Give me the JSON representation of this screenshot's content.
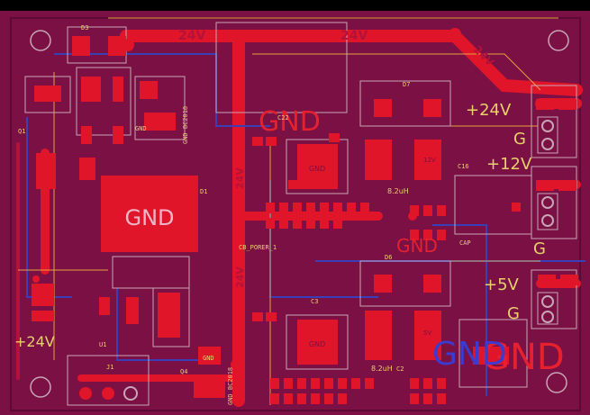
{
  "colors": {
    "background": "#000000",
    "board": "#7a1044",
    "board_edge": "#5c0a33",
    "copper_top": "#e0152a",
    "copper_dim": "#b3123a",
    "trace_blue": "#3a3fb8",
    "silk_yellow": "#e8d06a",
    "outline_gray": "#c8a6b6",
    "big_text_red": "#e5202f",
    "big_text_blue": "#3b3bd0"
  },
  "labels": {
    "gnd_big_center": "GND",
    "gnd_top": "GND",
    "gnd_bottom_right": "GND",
    "gnd_blue_right": "GND",
    "gnd_mid_blue": "GND",
    "net_24v_top": "24V",
    "net_24v_top2": "24V",
    "net_24v_right": "24V",
    "net_24v_vertical": "24V",
    "net_24v_vertical2": "24V",
    "out_24v": "+24V",
    "out_12v": "+12V",
    "out_5v": "+5V",
    "in_24v": "+24V",
    "g1": "G",
    "g2": "G",
    "g3": "G",
    "gnd_small": "GND",
    "ic_gnd1": "GND",
    "ic_gnd2": "GND",
    "ic_gnd3": "GND",
    "inductor1": "8.2uH",
    "inductor2": "8.2uH",
    "cap_label": "CAP",
    "u1_label": "U1",
    "d1_label": "D1",
    "d3_label": "D3",
    "q1_label": "Q1",
    "q4_label": "Q4",
    "c2_label": "C2",
    "c3_label": "C3",
    "c16_label": "C16",
    "c22_label": "C22",
    "d6_label": "D6",
    "d7_label": "D7",
    "j1_label": "J1",
    "net_5v": "5V",
    "net_12v": "12V",
    "cb_label": "CB_PORER_1",
    "part_bc": "GND BC2018",
    "part_mid": "GND BC2018"
  }
}
